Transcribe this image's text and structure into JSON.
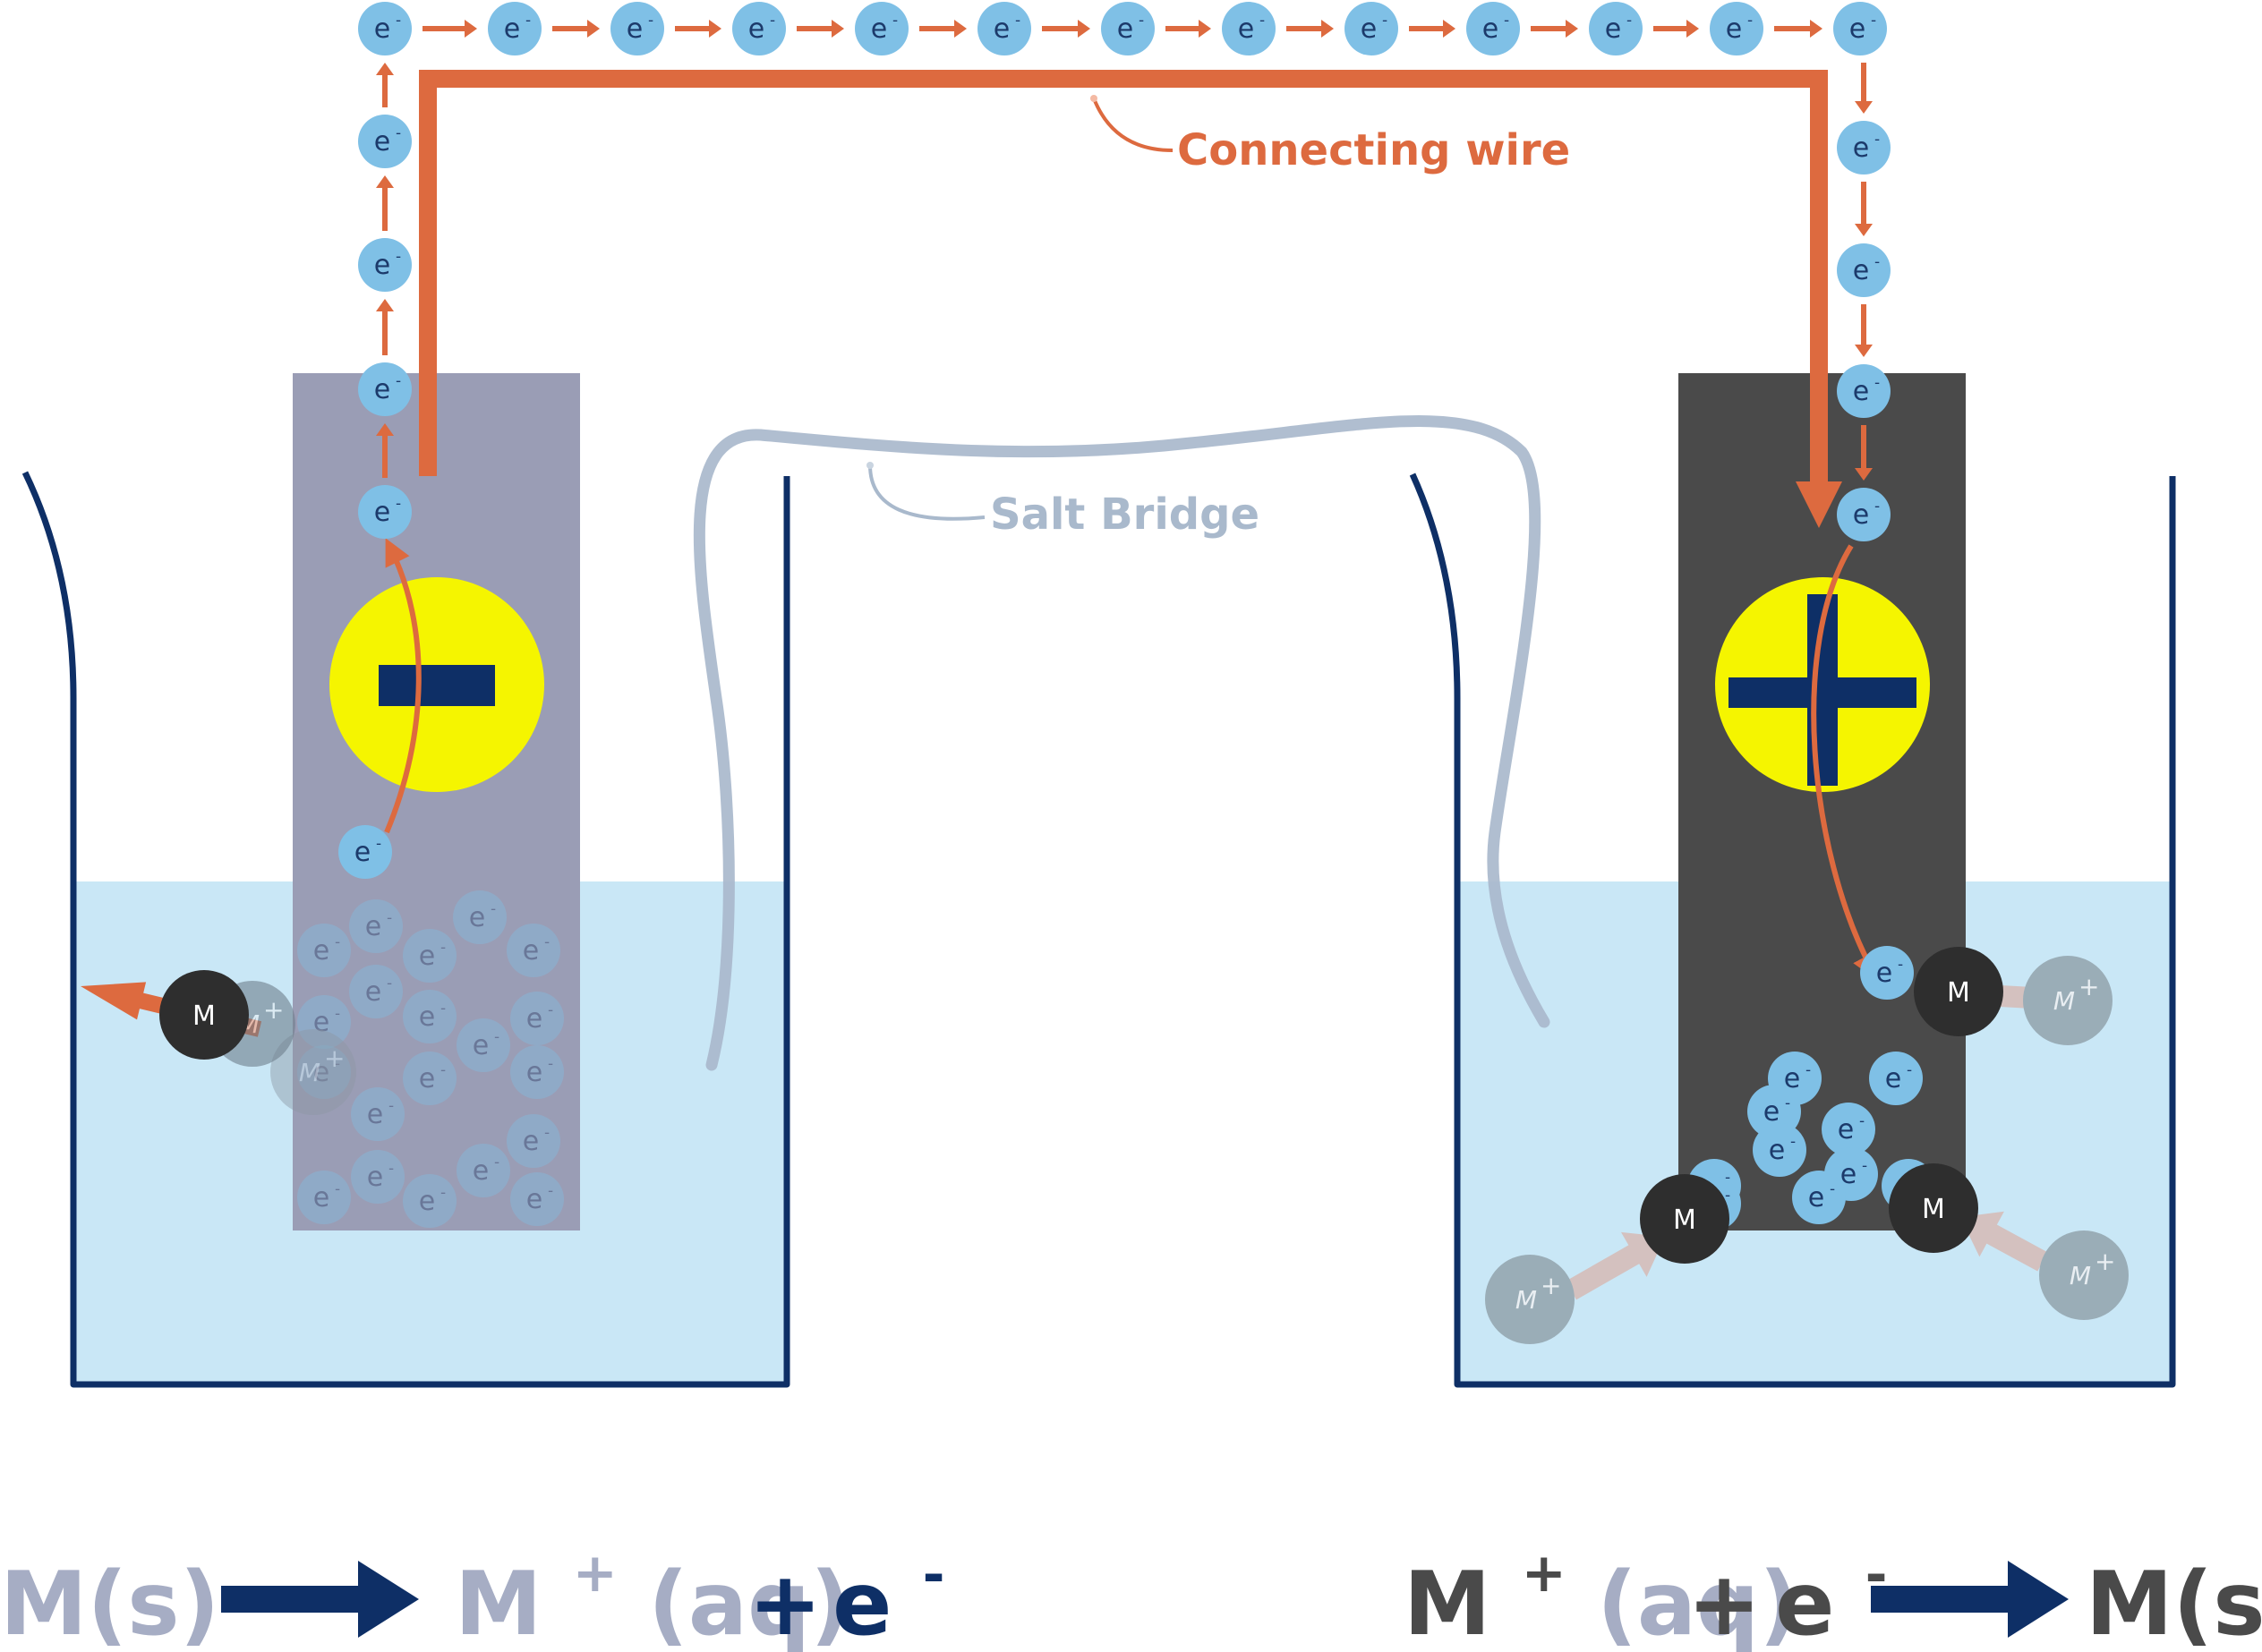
{
  "labels": {
    "connecting_wire": "Connecting wire",
    "salt_bridge": "Salt Bridge"
  },
  "electrode_signs": {
    "left": "−",
    "right": "+"
  },
  "particles": {
    "electron": "e",
    "electron_charge": "-",
    "metal_atom": "M",
    "metal_ion": "M",
    "ion_charge": "+"
  },
  "equations": {
    "left": {
      "reactant": "M(s)",
      "product_species": "M",
      "product_charge": "+",
      "product_state": "(aq)",
      "plus": "+",
      "electron": "e",
      "electron_charge": "-"
    },
    "right": {
      "reactant_species": "M",
      "reactant_charge": "+",
      "reactant_state": "(aq)",
      "plus": "+",
      "electron": "e",
      "electron_charge": "-",
      "product": "M(s)"
    }
  },
  "icons": {
    "reaction_arrow": "right-arrow-icon",
    "flow_arrow": "small-arrow-icon"
  },
  "colors": {
    "beaker_outline": "#0e2f66",
    "solution": "#c9e7f6",
    "anode": "#9a9db5",
    "cathode": "#4a4a4a",
    "wire": "#dd6a3f",
    "electron": "#7fc0e6",
    "salt_bridge": "#a9b9cc",
    "sign_disc": "#f5f500",
    "sign_mark": "#0e2f66",
    "eq_grey": "#a6adc4",
    "eq_dark": "#4a4a4a",
    "eq_arrow": "#0e2f66",
    "metal_atom": "#2e2e2e",
    "metal_ion": "#9aadb7",
    "ion_arrow": "#d4c1bf"
  }
}
